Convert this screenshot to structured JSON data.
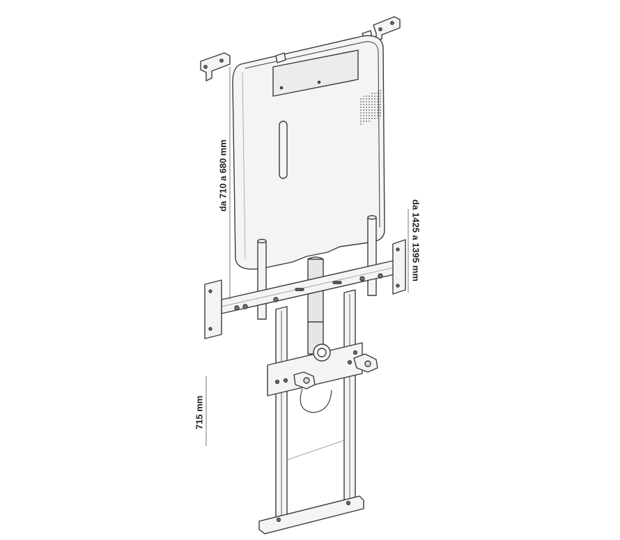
{
  "dimensions": {
    "cistern_height": "da 710 a 680 mm",
    "frame_height": "da 1425 a 1395 mm",
    "connection_height": "715 mm"
  },
  "colors": {
    "line": "#3a3a3a",
    "fill": "#f4f4f4",
    "shade": "#d9d9d9"
  }
}
